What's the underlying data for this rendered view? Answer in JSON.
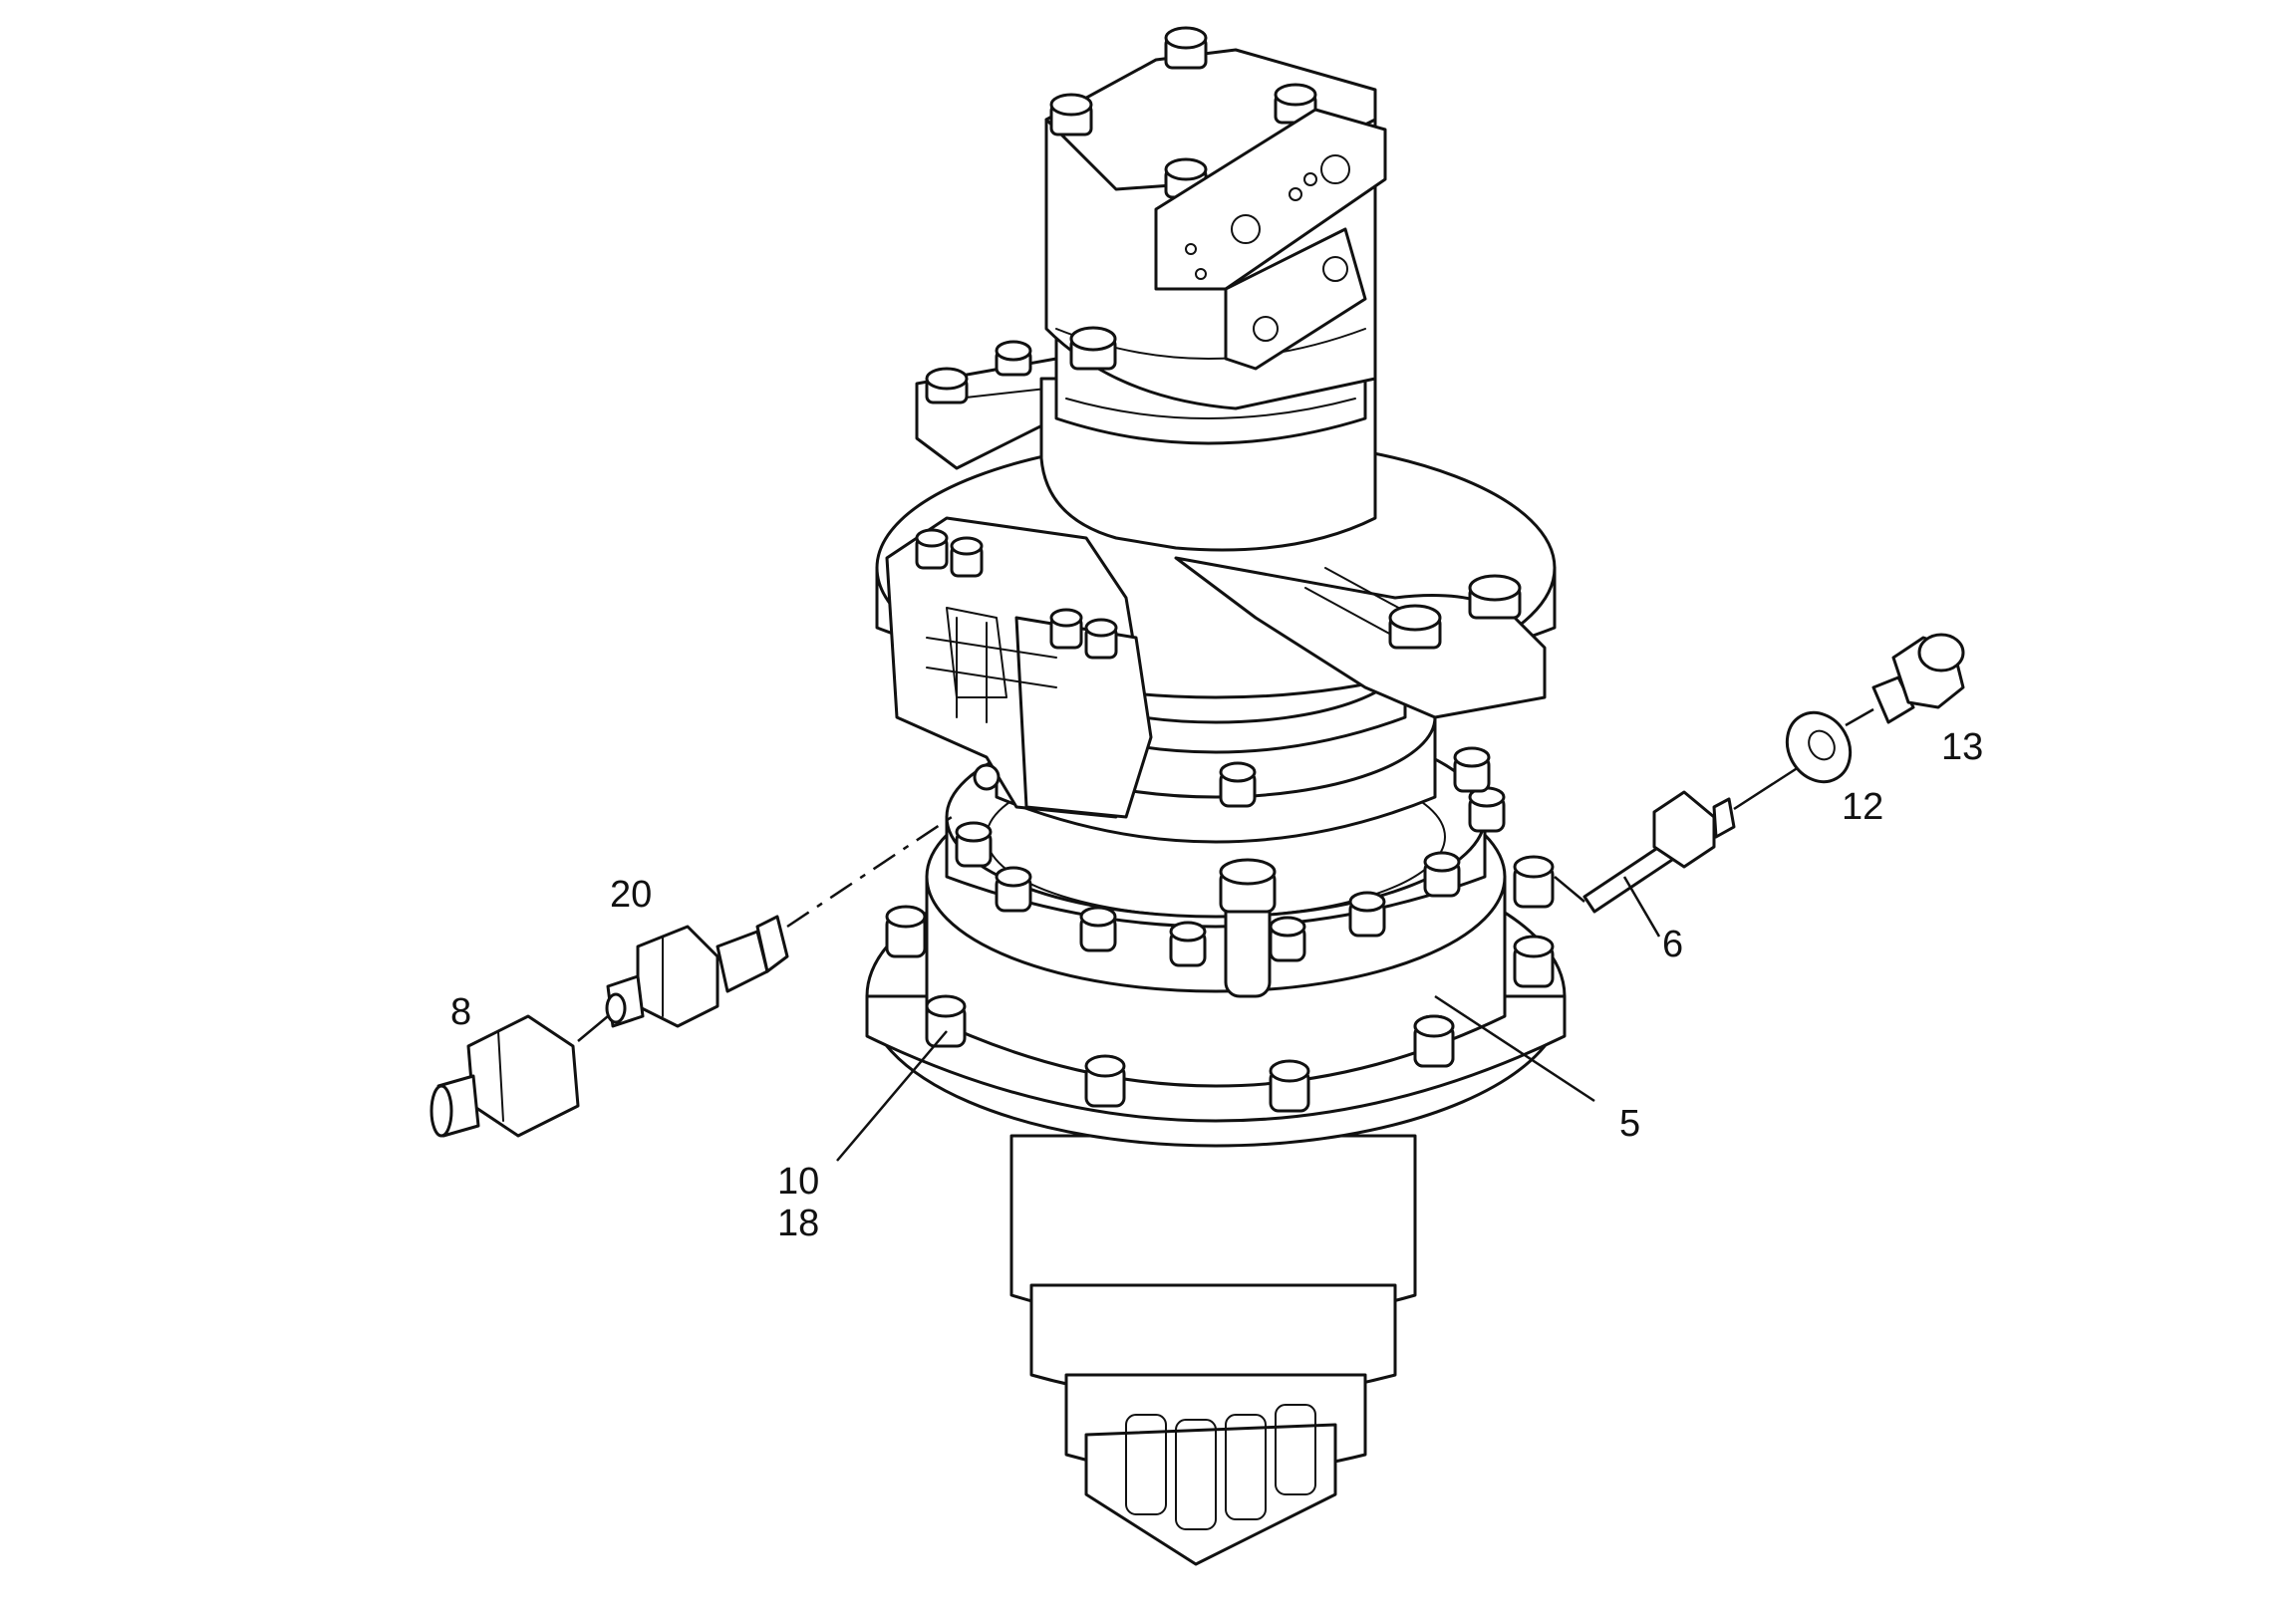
{
  "diagram": {
    "callouts": {
      "c20": "20",
      "c8": "8",
      "c10": "10",
      "c18": "18",
      "c5": "5",
      "c6": "6",
      "c12": "12",
      "c13": "13"
    },
    "colors": {
      "ink": "#111111",
      "paper": "#ffffff"
    }
  }
}
